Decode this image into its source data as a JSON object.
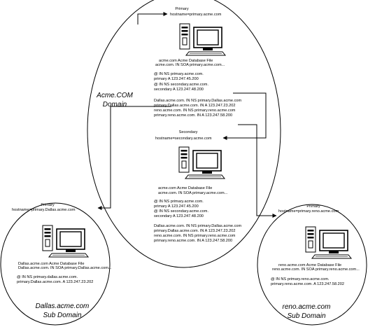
{
  "colors": {
    "line": "#000000",
    "background": "#ffffff"
  },
  "top_server": {
    "role": "Primary",
    "host": "hostname=primary.acme.com",
    "file": "acme.com Acme Database File",
    "lines": [
      "acme.com. IN SOA primary.acme.com...",
      "@ IN NS primary.acme.com.",
      "primary A 123.247.45.200",
      "@ IN NS secondary.acme.com.",
      "secondary A 123.247.48.200",
      "Dallas.acme.com. IN NS primary.Dallas.acme.com",
      "primary.Dallas.acme.com. IN A 123.247.23.202",
      "reno.acme.com. IN NS primary.reno.acme.com",
      "primary.reno.acme.com. IN A 123.247.58.200"
    ]
  },
  "middle_server": {
    "role": "Secondary",
    "host": "hostname=secondary.acme.com",
    "file": "acme.com Acme Database File",
    "lines": [
      "acme.com. IN SOA primary.acme.com...",
      "@ IN NS primary.acme.com.",
      "primary A 123.247.45.200",
      "@ IN NS secondary.acme.com.",
      "secondary A 123.247.48.200",
      "Dallas.acme.com. IN NS primary.Dallas.acme.com",
      "primary.Dallas.acme.com. IN A 123.247.23.202",
      "reno.acme.com. IN NS primary.reno.acme.com",
      "primary.reno.acme.com. IN A 123.247.58.200"
    ]
  },
  "dallas_server": {
    "role": "Primary",
    "host": "hostname=primary.Dallas.acme.com",
    "file": "Dallas.acme.com Acme Database File",
    "lines": [
      "Dallas.acme.com. IN SOA primary.Dallas.acme.com...",
      "@ IN NS primary.dallas.acme.com.",
      "primary.Dallas.acme.com. A 123.247.23.202"
    ]
  },
  "reno_server": {
    "role": "Primary",
    "host": "hostname=primary.reno.acme.com",
    "file": "reno.acme.com Acme Database File",
    "lines": [
      "reno.acme.com. IN SOA primary.reno.acme.com...",
      "@ IN NS primary.reno.acme.com.",
      "primary.reno.acme.com. A 123.247.58.202"
    ]
  },
  "domains": {
    "acme": [
      "Acme.COM",
      "Domain"
    ],
    "dallas": [
      "Dallas.acme.com",
      "Sub Domain"
    ],
    "reno": [
      "reno.acme.com",
      "Sub Domain"
    ]
  }
}
